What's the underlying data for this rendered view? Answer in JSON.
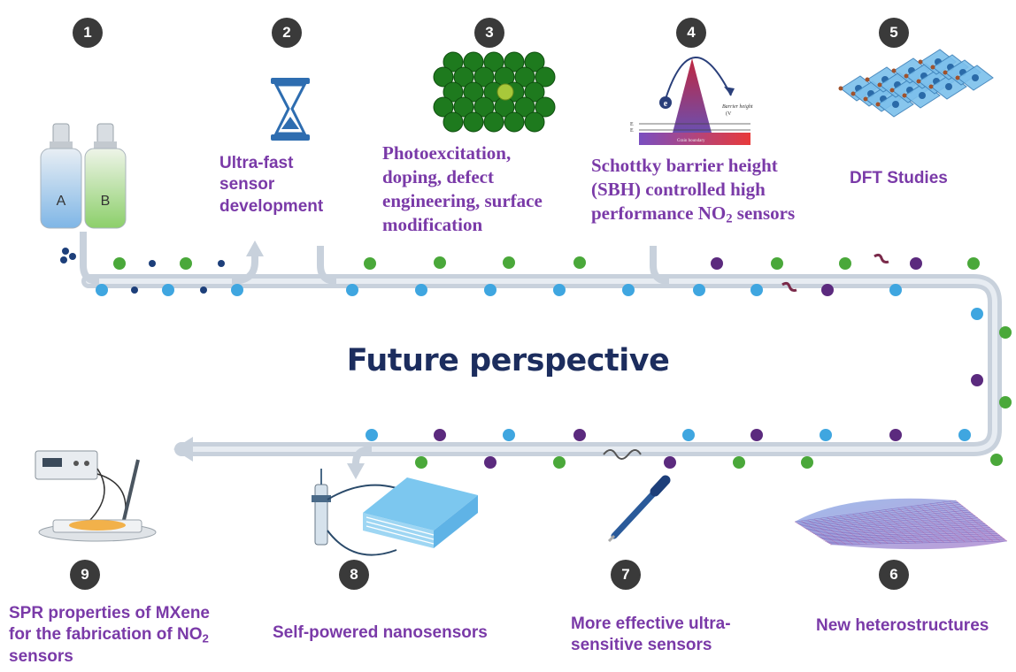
{
  "center_title": "Future perspective",
  "steps": [
    {
      "number": "1",
      "label": ""
    },
    {
      "number": "2",
      "label_lines": [
        "Ultra-fast",
        "sensor",
        "development"
      ]
    },
    {
      "number": "3",
      "label_lines": [
        "Photoexcitation,",
        "doping, defect",
        "engineering, surface",
        "modification"
      ]
    },
    {
      "number": "4",
      "label_lines": [
        "Schottky barrier height",
        "(SBH) controlled high"
      ],
      "label_last_pre": "performance NO",
      "label_last_sub": "2",
      "label_last_post": " sensors"
    },
    {
      "number": "5",
      "label_lines": [
        "DFT Studies"
      ]
    },
    {
      "number": "6",
      "label_lines": [
        "New heterostructures"
      ]
    },
    {
      "number": "7",
      "label_lines": [
        "More effective ultra-",
        "sensitive sensors"
      ]
    },
    {
      "number": "8",
      "label_lines": [
        "Self-powered nanosensors"
      ]
    },
    {
      "number": "9",
      "label_lines": [
        "SPR properties of MXene"
      ],
      "label_mid_pre": "for the fabrication of NO",
      "label_mid_sub": "2",
      "label_last": "sensors"
    }
  ],
  "icons": {
    "bottles": {
      "name": "reagent-bottles-icon",
      "bottle_a": "A",
      "bottle_b": "B"
    },
    "hourglass": {
      "name": "hourglass-icon"
    },
    "lattice": {
      "name": "doped-lattice-icon"
    },
    "barrier": {
      "name": "schottky-barrier-icon",
      "electron": "e",
      "barrier_text": "Barrier height",
      "barrier_formula": "(V",
      "grain_text": "Grain boundary",
      "ec": "E",
      "ef": "E"
    },
    "crystal": {
      "name": "crystal-structure-icon"
    },
    "sheet": {
      "name": "heterostructure-sheet-icon"
    },
    "probe": {
      "name": "sensor-probe-icon"
    },
    "nanosensor": {
      "name": "nanosensor-device-icon"
    },
    "spr": {
      "name": "spr-instrument-icon"
    }
  },
  "colors": {
    "label": "#7a3aa8",
    "title": "#1c2d5e",
    "badge": "#3a3a3a",
    "pipe": "#c8d1dc",
    "blue_particle": "#3fa6e0",
    "green_particle": "#4aa83a",
    "purple_particle": "#5b2a7e",
    "navy_particle": "#1d3f7a"
  }
}
